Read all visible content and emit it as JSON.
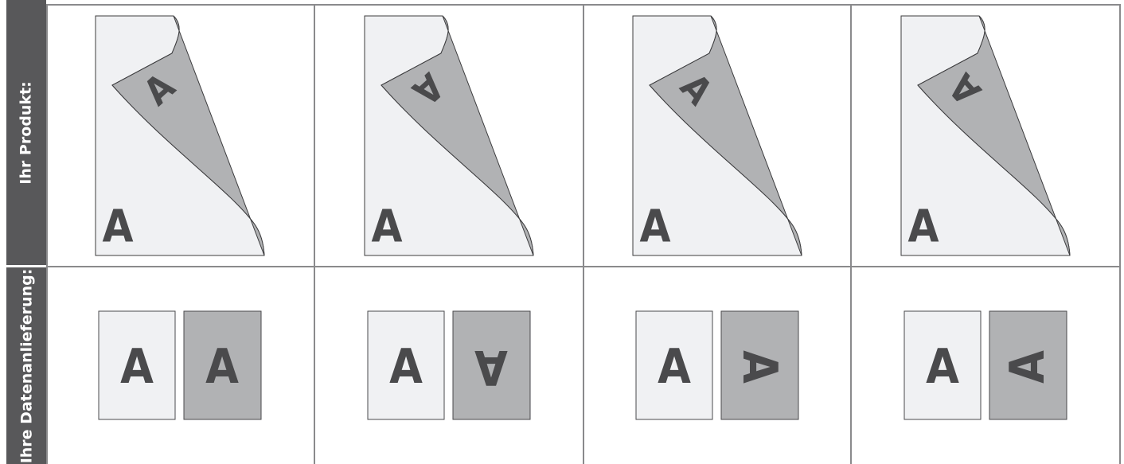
{
  "labels": {
    "product": "Ihr Produkt:",
    "delivery": "Ihre Datenanlieferung:"
  },
  "glyph": "A",
  "colors": {
    "label_bg": "#58585a",
    "front_page": "#f0f1f3",
    "back_page": "#b1b2b4",
    "letter": "#4a4a4c",
    "grid_line": "#8a8a8c"
  },
  "variants": [
    {
      "id": 1,
      "back_letter": "upright"
    },
    {
      "id": 2,
      "back_letter": "upside-down"
    },
    {
      "id": 3,
      "back_letter": "rotated-90-clockwise"
    },
    {
      "id": 4,
      "back_letter": "rotated-90-counterclockwise"
    }
  ]
}
